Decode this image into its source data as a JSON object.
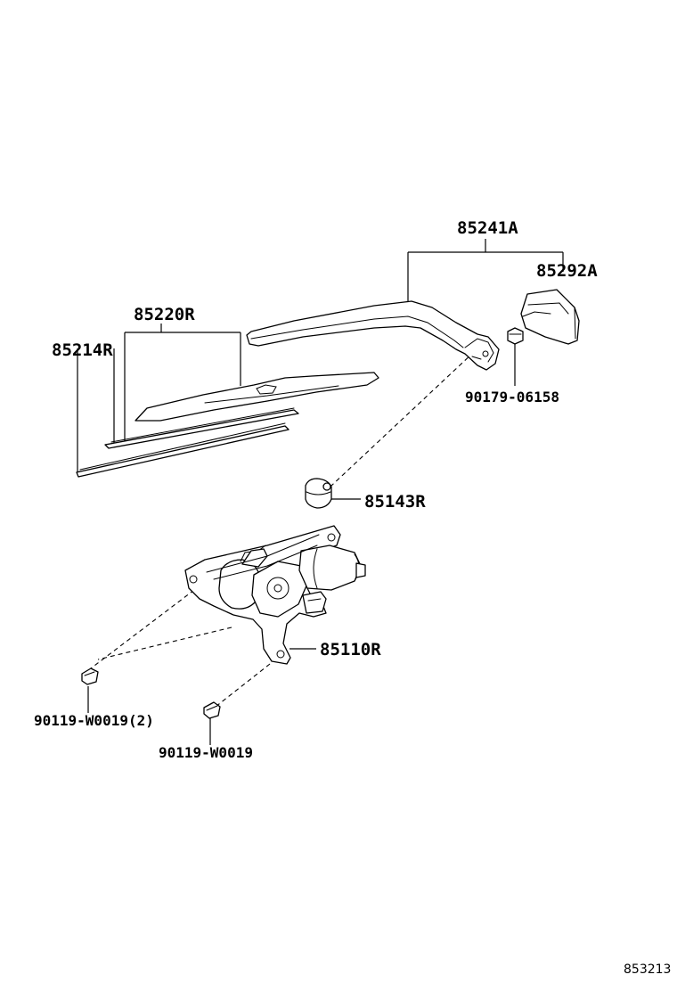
{
  "diagram": {
    "labels": {
      "p85241A": "85241A",
      "p85292A": "85292A",
      "p85220R": "85220R",
      "p85214R": "85214R",
      "p90179": "90179-06158",
      "p85143R": "85143R",
      "p85110R": "85110R",
      "p90119a": "90119-W0019(2)",
      "p90119b": "90119-W0019"
    },
    "figure_code": "853213"
  }
}
